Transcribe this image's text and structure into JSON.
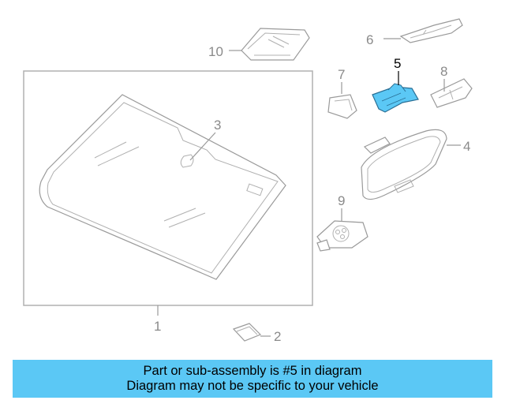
{
  "diagram": {
    "callouts": [
      {
        "id": "1",
        "label": "1"
      },
      {
        "id": "2",
        "label": "2"
      },
      {
        "id": "3",
        "label": "3"
      },
      {
        "id": "4",
        "label": "4"
      },
      {
        "id": "5",
        "label": "5"
      },
      {
        "id": "6",
        "label": "6"
      },
      {
        "id": "7",
        "label": "7"
      },
      {
        "id": "8",
        "label": "8"
      },
      {
        "id": "9",
        "label": "9"
      },
      {
        "id": "10",
        "label": "10"
      }
    ],
    "highlighted_part": "5",
    "highlight_color": "#5bc8f5"
  },
  "banner": {
    "line1": "Part or sub-assembly is #5 in diagram",
    "line2": "Diagram may not be specific to your vehicle",
    "background": "#5bc8f5"
  }
}
